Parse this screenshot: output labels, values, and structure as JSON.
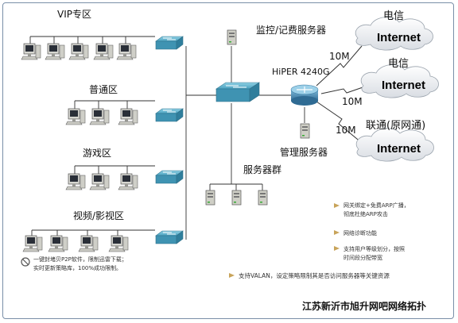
{
  "zones": {
    "vip": "VIP专区",
    "normal": "普通区",
    "game": "游戏区",
    "video": "视频/影视区"
  },
  "servers": {
    "monitor": "监控/记费服务器",
    "manage": "管理服务器",
    "group": "服务器群"
  },
  "router": {
    "model": "HiPER 4240G"
  },
  "wan": [
    {
      "isp": "电信",
      "cloud": "Internet",
      "speed": "10M"
    },
    {
      "isp": "电信",
      "cloud": "Internet",
      "speed": "10M"
    },
    {
      "isp": "联通(原网通)",
      "cloud": "Internet",
      "speed": "10M"
    }
  ],
  "p2p_note": {
    "line1": "一键封堵贝P2P软件，限制迅雷下载；",
    "line2": "实时更新策略库，100%成功限制。"
  },
  "features": {
    "f1_line1": "网关绑定+免费ARP广播，",
    "f1_line2": "彻底杜绝ARP攻击",
    "f2": "网络诊断功能",
    "f3_line1": "支持用户等级划分，按照",
    "f3_line2": "时间段分配带宽",
    "f4": "支持VALAN，设定策略限制其是否访问服务器等关键资源"
  },
  "footer": {
    "title": "江苏新沂市旭升网吧网络拓扑"
  },
  "colors": {
    "switch": "#5aaec8",
    "router": "#4f8fb4",
    "text": "#111111",
    "bullet": "#c8a45a"
  }
}
